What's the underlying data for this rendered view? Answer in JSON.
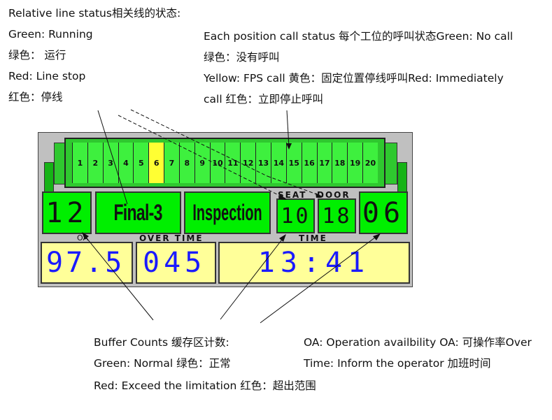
{
  "notes": {
    "line_status": [
      "Relative line status相关线的状态:",
      "Green: Running",
      "绿色： 运行",
      "Red: Line stop",
      "红色：停线"
    ],
    "position_call": [
      "Each position call status 每个工位的呼叫状态Green: No call",
      "绿色：没有呼叫",
      "Yellow: FPS call 黄色：固定位置停线呼叫Red: Immediately",
      "call 红色：立即停止呼叫"
    ],
    "buffer": [
      "Buffer Counts 缓存区计数:",
      "Green: Normal 绿色：正常",
      "Red: Exceed the limitation 红色：超出范围"
    ],
    "oa": [
      "OA: Operation availbility OA: 可操作率Over",
      "Time: Inform the operator 加班时间"
    ]
  },
  "board": {
    "positions": [
      "1",
      "2",
      "3",
      "4",
      "5",
      "6",
      "7",
      "8",
      "9",
      "10",
      "11",
      "12",
      "13",
      "14",
      "15",
      "16",
      "17",
      "18",
      "19",
      "20"
    ],
    "highlighted_position": "6",
    "buffer_count": "12",
    "line_name": "Final-3",
    "station_name": "Inspection",
    "seat_count": "10",
    "door_count": "18",
    "counter_right": "06",
    "label_seat": "SEAT",
    "label_door": "DOOR",
    "label_oa": "OA",
    "label_overtime": "OVER TIME",
    "label_time": "TIME",
    "oa_value": "97.5",
    "overtime_value": "045",
    "time_value": "13:41"
  },
  "colors": {
    "running_green": "#00ef00",
    "fps_yellow": "#ffff33",
    "display_blue": "#1a1aff",
    "panel_yellow": "#ffff99",
    "board_grey": "#c0c0c0"
  }
}
